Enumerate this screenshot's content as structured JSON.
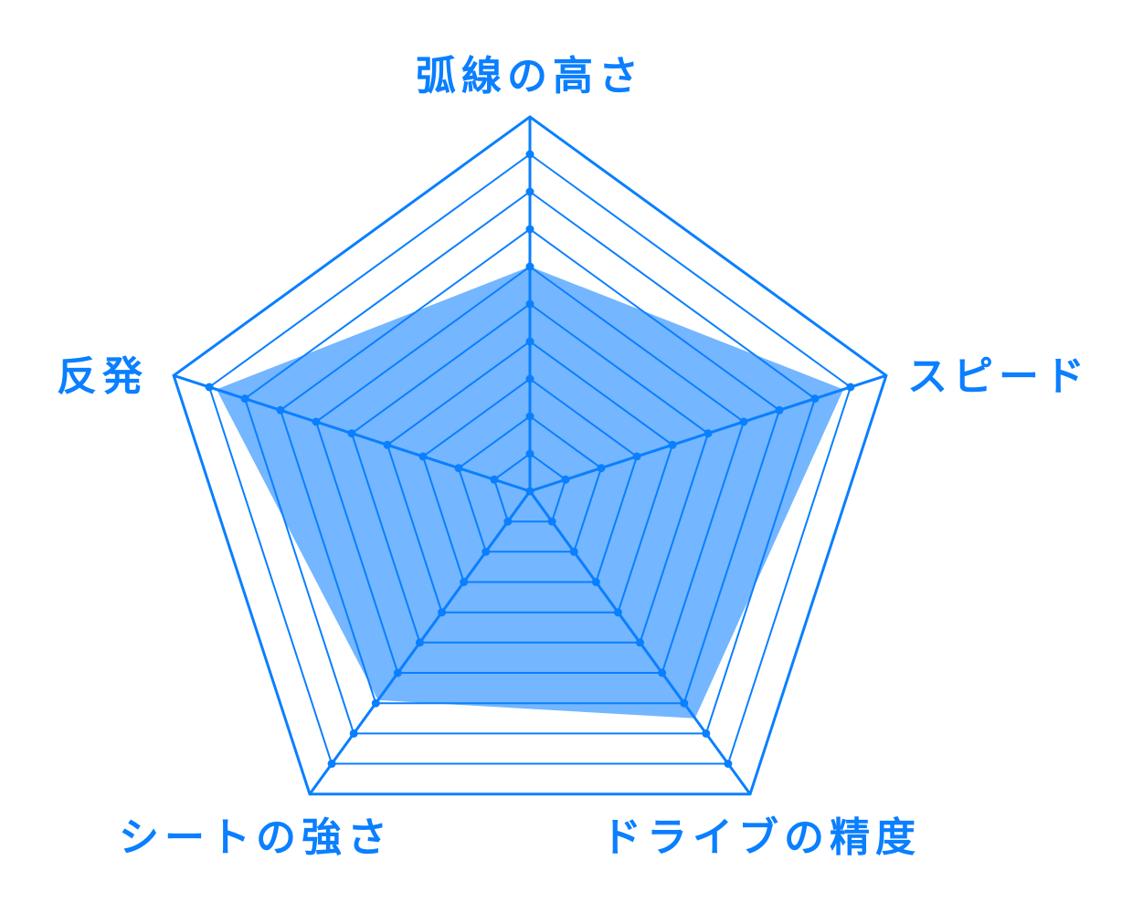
{
  "chart_data": {
    "type": "radar",
    "title": "",
    "axes": [
      "弧線の高さ",
      "スピード",
      "ドライブの精度",
      "シートの強さ",
      "反発"
    ],
    "series": [
      {
        "name": "",
        "values": [
          6,
          8.8,
          7.5,
          6.9,
          8.8
        ]
      }
    ],
    "range": [
      0,
      10
    ],
    "rings": 10,
    "grid": true,
    "legend": "none",
    "colors": {
      "line": "#0A7FFF",
      "fill": "#74B6FF",
      "label": "#0A7FFF"
    }
  },
  "labels": {
    "axis_0": "弧線の高さ",
    "axis_1": "スピード",
    "axis_2": "ドライブの精度",
    "axis_3": "シートの強さ",
    "axis_4": "反発"
  }
}
